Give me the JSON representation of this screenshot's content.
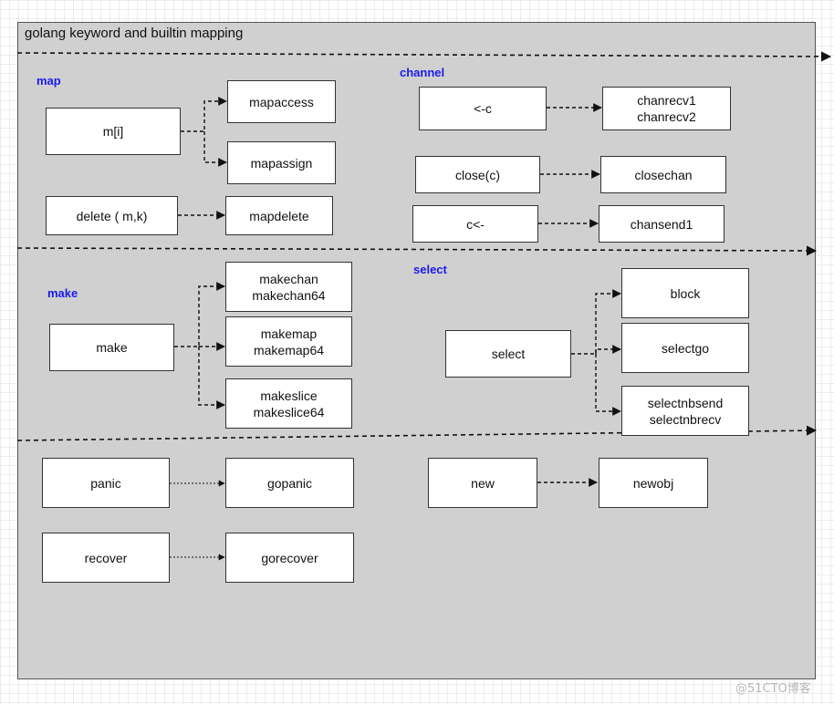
{
  "title": "golang keyword and builtin mapping",
  "sections": {
    "map": "map",
    "channel": "channel",
    "make": "make",
    "select": "select"
  },
  "boxes": {
    "m_index": "m[i]",
    "mapaccess": "mapaccess",
    "mapassign": "mapassign",
    "delete": "delete ( m,k)",
    "mapdelete": "mapdelete",
    "recv": "<-c",
    "chanrecv": "chanrecv1\nchanrecv2",
    "close": "close(c)",
    "closechan": "closechan",
    "send": "c<-",
    "chansend1": "chansend1",
    "make": "make",
    "makechan": "makechan\nmakechan64",
    "makemap": "makemap\nmakemap64",
    "makeslice": "makeslice\nmakeslice64",
    "select": "select",
    "block": "block",
    "selectgo": "selectgo",
    "selectnb": "selectnbsend\nselectnbrecv",
    "panic": "panic",
    "gopanic": "gopanic",
    "recover": "recover",
    "gorecover": "gorecover",
    "new": "new",
    "newobj": "newobj"
  },
  "watermark": "@51CTO博客",
  "colors": {
    "panel": "#d0d0d0",
    "section_label": "#1a1aee",
    "box_fill": "#ffffff",
    "line": "#111111"
  }
}
